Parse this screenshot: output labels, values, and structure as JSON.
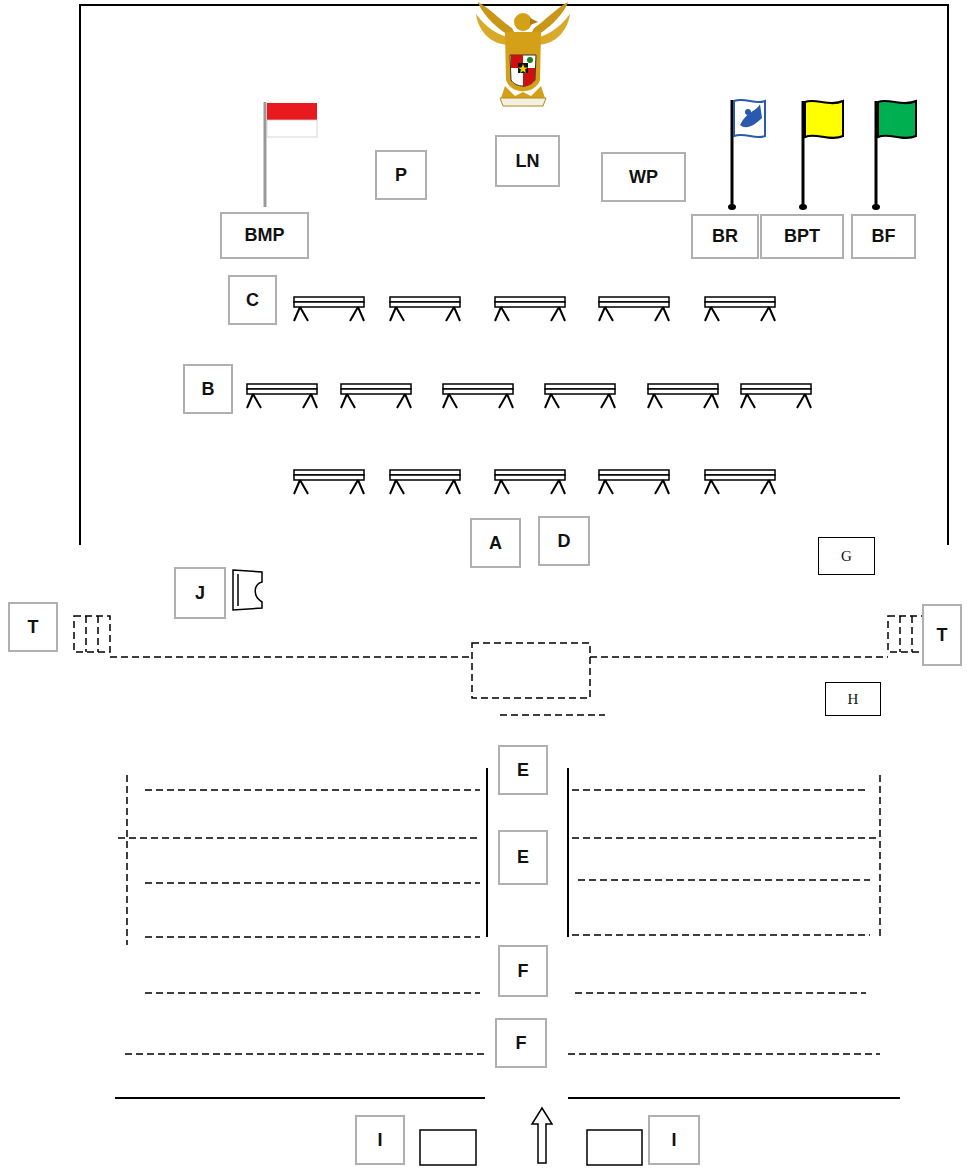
{
  "diagram": {
    "nodes": [
      {
        "text": [
          "LN"
        ]
      },
      {
        "text": [
          "P"
        ]
      },
      {
        "text": [
          "WP"
        ]
      },
      {
        "text": [
          "BMP"
        ]
      },
      {
        "text": [
          "BR"
        ]
      },
      {
        "text": [
          "BPT"
        ]
      },
      {
        "text": [
          "BF"
        ]
      },
      {
        "text": [
          "C"
        ]
      },
      {
        "text": [
          "B"
        ]
      },
      {
        "text": [
          "A"
        ]
      },
      {
        "text": [
          "D"
        ]
      },
      {
        "text": [
          "G"
        ]
      },
      {
        "text": [
          "J"
        ]
      },
      {
        "text": [
          "T"
        ]
      },
      {
        "text": [
          "T"
        ]
      },
      {
        "text": [
          "H"
        ]
      },
      {
        "text": [
          "E"
        ]
      },
      {
        "text": [
          "E"
        ]
      },
      {
        "text": [
          "F"
        ]
      },
      {
        "text": [
          "F"
        ]
      },
      {
        "text": [
          "I"
        ]
      },
      {
        "text": [
          "I"
        ]
      }
    ]
  }
}
